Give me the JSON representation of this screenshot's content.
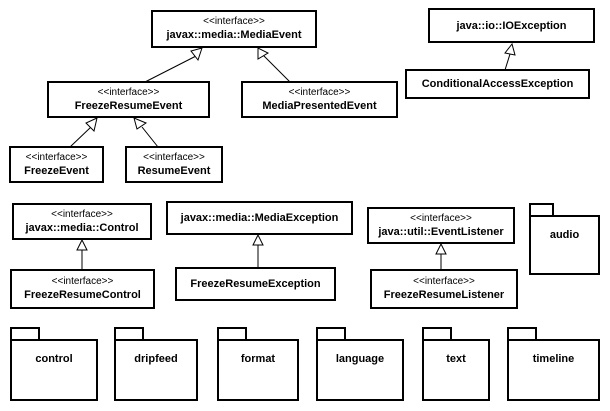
{
  "classes": {
    "media_event": {
      "stereotype": "<<interface>>",
      "name": "javax::media::MediaEvent"
    },
    "io_exception": {
      "stereotype": "",
      "name": "java::io::IOException"
    },
    "conditional_access_exception": {
      "stereotype": "",
      "name": "ConditionalAccessException"
    },
    "freeze_resume_event": {
      "stereotype": "<<interface>>",
      "name": "FreezeResumeEvent"
    },
    "media_presented_event": {
      "stereotype": "<<interface>>",
      "name": "MediaPresentedEvent"
    },
    "freeze_event": {
      "stereotype": "<<interface>>",
      "name": "FreezeEvent"
    },
    "resume_event": {
      "stereotype": "<<interface>>",
      "name": "ResumeEvent"
    },
    "media_control": {
      "stereotype": "<<interface>>",
      "name": "javax::media::Control"
    },
    "media_exception": {
      "stereotype": "",
      "name": "javax::media::MediaException"
    },
    "event_listener": {
      "stereotype": "<<interface>>",
      "name": "java::util::EventListener"
    },
    "freeze_resume_control": {
      "stereotype": "<<interface>>",
      "name": "FreezeResumeControl"
    },
    "freeze_resume_exception": {
      "stereotype": "",
      "name": "FreezeResumeException"
    },
    "freeze_resume_listener": {
      "stereotype": "<<interface>>",
      "name": "FreezeResumeListener"
    }
  },
  "packages": {
    "audio": "audio",
    "control": "control",
    "dripfeed": "dripfeed",
    "format": "format",
    "language": "language",
    "text": "text",
    "timeline": "timeline"
  }
}
